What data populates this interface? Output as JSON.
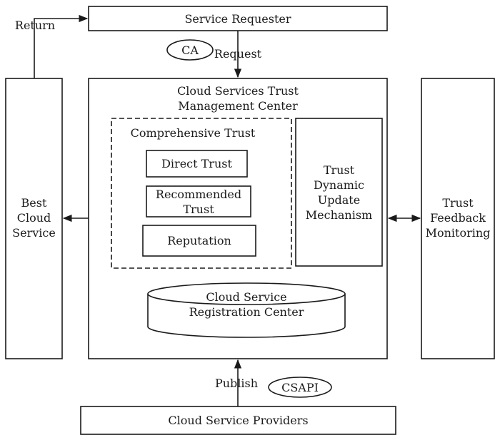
{
  "diagram": {
    "service_requester": "Service Requester",
    "return_label": "Return",
    "ca_label": "CA",
    "request_label": "Request",
    "mgmt_center_title": "Cloud Services Trust\nManagement Center",
    "comprehensive_trust": "Comprehensive Trust",
    "direct_trust": "Direct Trust",
    "recommended_trust": "Recommended\nTrust",
    "reputation": "Reputation",
    "trust_dynamic_update": "Trust\nDynamic\nUpdate\nMechanism",
    "best_cloud_service": "Best\nCloud\nService",
    "trust_feedback_monitoring": "Trust\nFeedback\nMonitoring",
    "registration_center": "Cloud Service\nRegistration Center",
    "publish_label": "Publish",
    "csapi_label": "CSAPI",
    "cloud_service_providers": "Cloud Service Providers"
  }
}
